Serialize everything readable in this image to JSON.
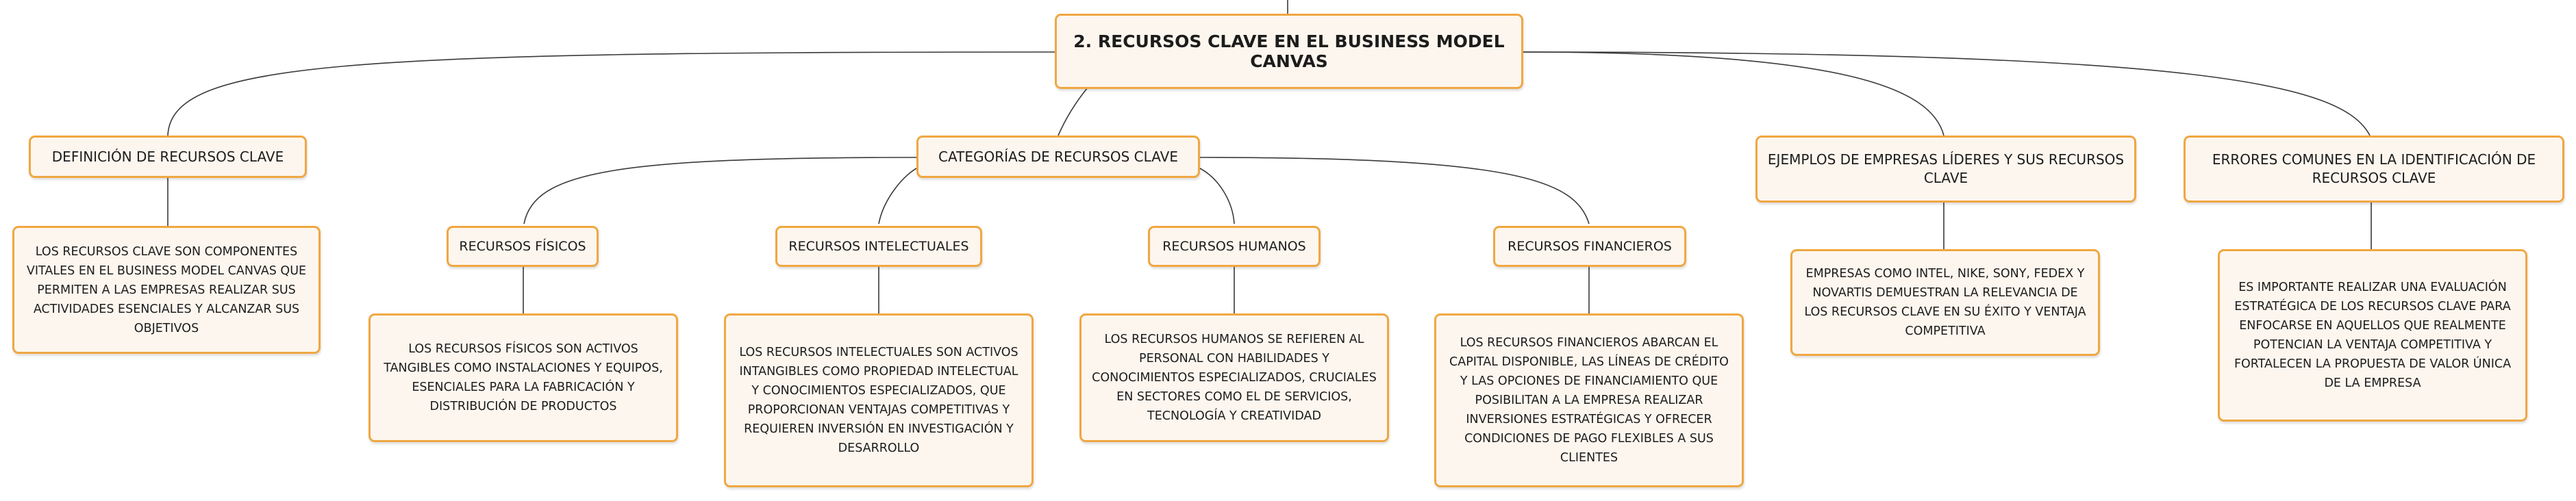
{
  "root": {
    "label": "2. RECURSOS CLAVE EN EL BUSINESS MODEL CANVAS"
  },
  "definicion": {
    "label": "DEFINICIÓN DE RECURSOS CLAVE",
    "detail": "LOS RECURSOS CLAVE SON COMPONENTES VITALES EN EL BUSINESS MODEL CANVAS QUE PERMITEN A LAS EMPRESAS REALIZAR SUS ACTIVIDADES ESENCIALES Y ALCANZAR SUS OBJETIVOS"
  },
  "categorias": {
    "label": "CATEGORÍAS DE RECURSOS CLAVE",
    "fisicos": {
      "label": "RECURSOS FÍSICOS",
      "detail": "LOS RECURSOS FÍSICOS SON ACTIVOS TANGIBLES COMO INSTALACIONES Y EQUIPOS, ESENCIALES PARA LA FABRICACIÓN Y DISTRIBUCIÓN DE PRODUCTOS"
    },
    "intelectuales": {
      "label": "RECURSOS INTELECTUALES",
      "detail": "LOS RECURSOS INTELECTUALES SON ACTIVOS INTANGIBLES COMO PROPIEDAD INTELECTUAL Y CONOCIMIENTOS ESPECIALIZADOS, QUE PROPORCIONAN VENTAJAS COMPETITIVAS Y REQUIEREN INVERSIÓN EN INVESTIGACIÓN Y DESARROLLO"
    },
    "humanos": {
      "label": "RECURSOS HUMANOS",
      "detail": "LOS RECURSOS HUMANOS SE REFIEREN AL PERSONAL CON HABILIDADES Y CONOCIMIENTOS ESPECIALIZADOS, CRUCIALES EN SECTORES COMO EL DE SERVICIOS, TECNOLOGÍA Y CREATIVIDAD"
    },
    "financieros": {
      "label": "RECURSOS FINANCIEROS",
      "detail": "LOS RECURSOS FINANCIEROS ABARCAN EL CAPITAL DISPONIBLE, LAS LÍNEAS DE CRÉDITO Y LAS OPCIONES DE FINANCIAMIENTO QUE POSIBILITAN A LA EMPRESA REALIZAR INVERSIONES ESTRATÉGICAS Y OFRECER CONDICIONES DE PAGO FLEXIBLES A SUS CLIENTES"
    }
  },
  "ejemplos": {
    "label": "EJEMPLOS DE EMPRESAS LÍDERES Y SUS RECURSOS CLAVE",
    "detail": "EMPRESAS COMO INTEL, NIKE, SONY, FEDEX Y NOVARTIS DEMUESTRAN LA RELEVANCIA DE LOS RECURSOS CLAVE EN SU ÉXITO Y VENTAJA COMPETITIVA"
  },
  "errores": {
    "label": "ERRORES COMUNES EN LA IDENTIFICACIÓN DE RECURSOS CLAVE",
    "detail": "ES IMPORTANTE REALIZAR UNA EVALUACIÓN ESTRATÉGICA DE LOS RECURSOS CLAVE PARA ENFOCARSE EN AQUELLOS QUE REALMENTE POTENCIAN LA VENTAJA COMPETITIVA Y FORTALECEN LA PROPUESTA DE VALOR ÚNICA DE LA EMPRESA"
  },
  "colors": {
    "border": "#f0a742",
    "fill": "#fdf6ee",
    "edge": "#3a3a3a"
  }
}
